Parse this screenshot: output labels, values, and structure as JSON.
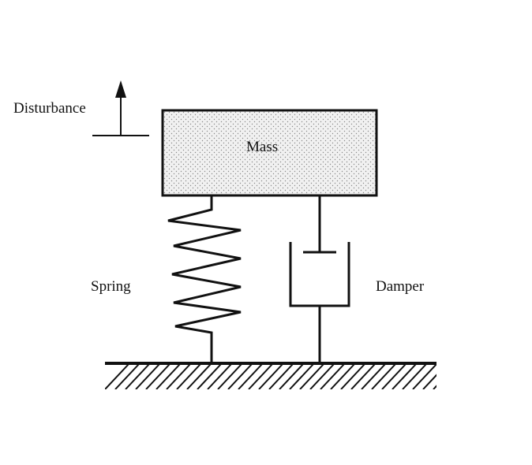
{
  "labels": {
    "disturbance": "Disturbance",
    "mass": "Mass",
    "spring": "Spring",
    "damper": "Damper"
  },
  "colors": {
    "line": "#111111",
    "mass_fill": "#f1f1f1",
    "stipple": "#8a8a8a",
    "background": "#ffffff"
  }
}
